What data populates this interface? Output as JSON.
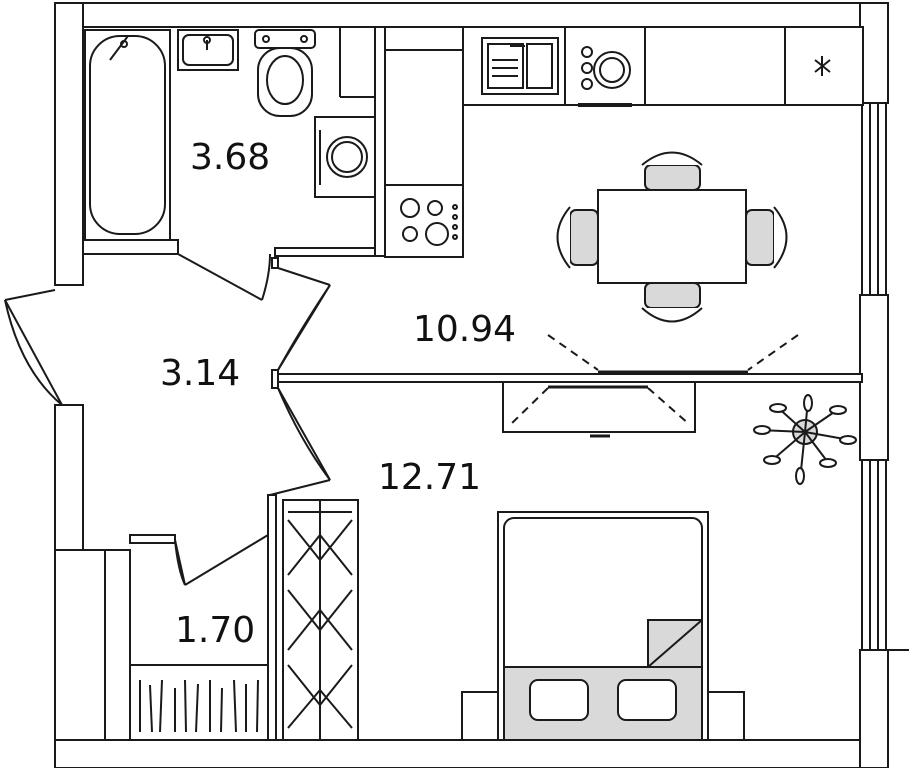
{
  "rooms": [
    {
      "id": "bathroom",
      "area": "3.68"
    },
    {
      "id": "kitchen",
      "area": "10.94"
    },
    {
      "id": "hallway",
      "area": "3.14"
    },
    {
      "id": "bedroom",
      "area": "12.71"
    },
    {
      "id": "storage",
      "area": "1.70"
    }
  ],
  "colors": {
    "wall": "#1a1a1a",
    "fixture_fill": "#d9d9d9",
    "background": "#ffffff"
  },
  "icons": [
    "bathtub-icon",
    "sink-icon",
    "toilet-icon",
    "washing-machine-icon",
    "kitchen-sink-icon",
    "dishwasher-icon",
    "fridge-icon",
    "stove-icon",
    "dining-table-icon",
    "chair-icon",
    "tv-icon",
    "plant-icon",
    "bed-icon",
    "pillow-icon",
    "wardrobe-icon",
    "shelf-icon",
    "window-icon",
    "door-icon"
  ]
}
